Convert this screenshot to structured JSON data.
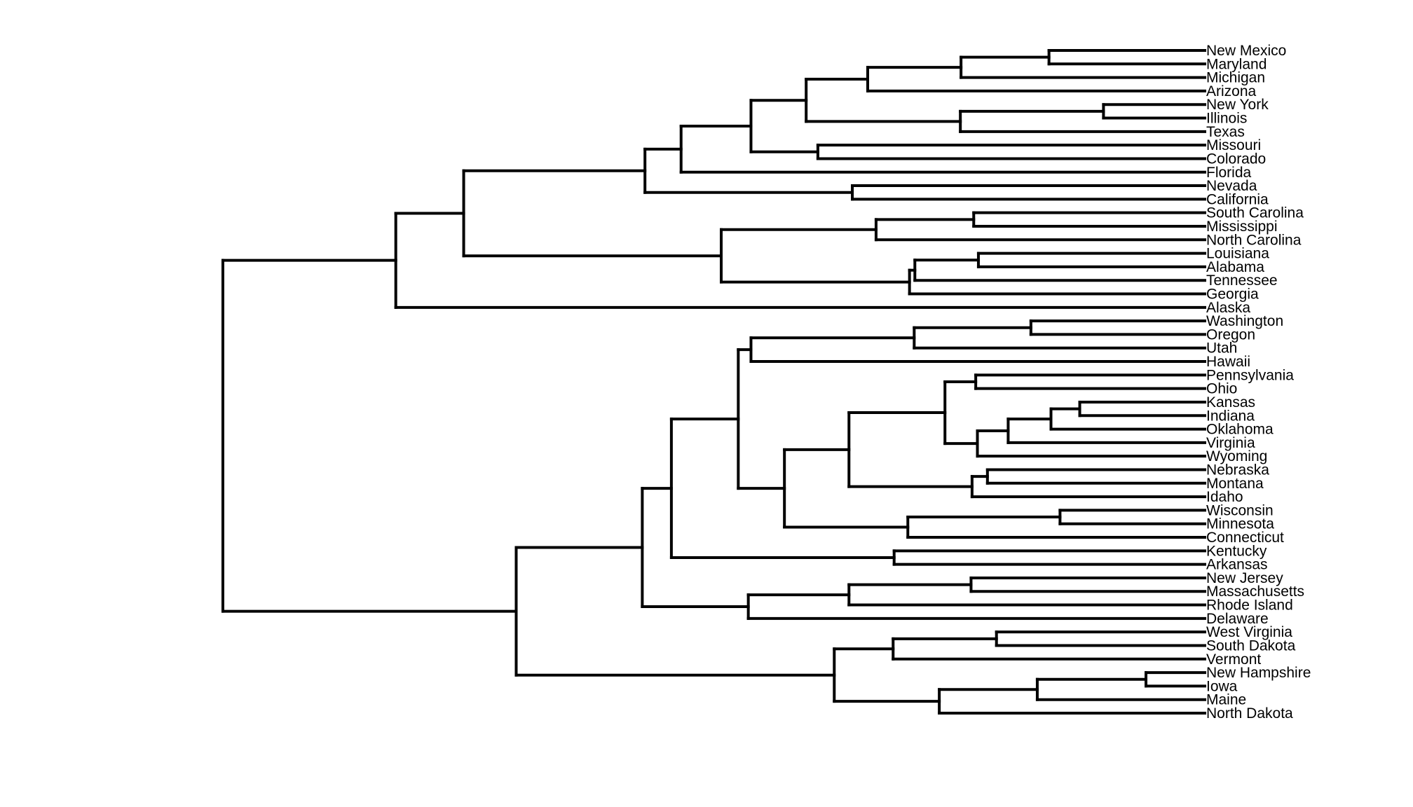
{
  "chart_data": {
    "type": "dendrogram",
    "orientation": "horizontal",
    "leaf_side": "right",
    "height_unit": "distance",
    "leaves": [
      "New Mexico",
      "Maryland",
      "Michigan",
      "Arizona",
      "New York",
      "Illinois",
      "Texas",
      "Missouri",
      "Colorado",
      "Florida",
      "Nevada",
      "California",
      "South Carolina",
      "Mississippi",
      "North Carolina",
      "Louisiana",
      "Alabama",
      "Tennessee",
      "Georgia",
      "Alaska",
      "Washington",
      "Oregon",
      "Utah",
      "Hawaii",
      "Pennsylvania",
      "Ohio",
      "Kansas",
      "Indiana",
      "Oklahoma",
      "Virginia",
      "Wyoming",
      "Nebraska",
      "Montana",
      "Idaho",
      "Wisconsin",
      "Minnesota",
      "Connecticut",
      "Kentucky",
      "Arkansas",
      "New Jersey",
      "Massachusetts",
      "Rhode Island",
      "Delaware",
      "West Virginia",
      "South Dakota",
      "Vermont",
      "New Hampshire",
      "Iowa",
      "Maine",
      "North Dakota"
    ],
    "max_height": 293.6,
    "tree": {
      "h": 293.6,
      "c": [
        {
          "h": 241.9,
          "c": [
            {
              "h": 221.6,
              "c": [
                {
                  "h": 167.4,
                  "c": [
                    {
                      "h": 156.6,
                      "c": [
                        {
                          "h": 135.7,
                          "c": [
                            {
                              "h": 119.2,
                              "c": [
                                {
                                  "h": 100.8,
                                  "c": [
                                    {
                                      "h": 72.9,
                                      "c": [
                                        {
                                          "h": 46.6,
                                          "c": [
                                            "New Mexico",
                                            "Maryland"
                                          ]
                                        },
                                        "Michigan"
                                      ]
                                    },
                                    "Arizona"
                                  ]
                                },
                                {
                                  "h": 73.1,
                                  "c": [
                                    {
                                      "h": 30.3,
                                      "c": [
                                        "New York",
                                        "Illinois"
                                      ]
                                    },
                                    "Texas"
                                  ]
                                }
                              ]
                            },
                            {
                              "h": 115.7,
                              "c": [
                                "Missouri",
                                "Colorado"
                              ]
                            }
                          ]
                        },
                        "Florida"
                      ]
                    },
                    {
                      "h": 105.4,
                      "c": [
                        "Nevada",
                        "California"
                      ]
                    }
                  ]
                },
                {
                  "h": 144.6,
                  "c": [
                    {
                      "h": 98.3,
                      "c": [
                        {
                          "h": 69.1,
                          "c": [
                            "South Carolina",
                            "Mississippi"
                          ]
                        },
                        "North Carolina"
                      ]
                    },
                    {
                      "h": 88.3,
                      "c": [
                        {
                          "h": 86.7,
                          "c": [
                            {
                              "h": 67.7,
                              "c": [
                                "Louisiana",
                                "Alabama"
                              ]
                            },
                            "Tennessee"
                          ]
                        },
                        "Georgia"
                      ]
                    }
                  ]
                }
              ]
            },
            "Alaska"
          ]
        },
        {
          "h": 205.9,
          "c": [
            {
              "h": 168.2,
              "c": [
                {
                  "h": 159.5,
                  "c": [
                    {
                      "h": 139.5,
                      "c": [
                        {
                          "h": 135.7,
                          "c": [
                            {
                              "h": 86.9,
                              "c": [
                                {
                                  "h": 52.0,
                                  "c": [
                                    "Washington",
                                    "Oregon"
                                  ]
                                },
                                "Utah"
                              ]
                            },
                            "Hawaii"
                          ]
                        },
                        {
                          "h": 125.7,
                          "c": [
                            {
                              "h": 106.4,
                              "c": [
                                {
                                  "h": 77.7,
                                  "c": [
                                    {
                                      "h": 68.5,
                                      "c": [
                                        "Pennsylvania",
                                        "Ohio"
                                      ]
                                    },
                                    {
                                      "h": 68.0,
                                      "c": [
                                        {
                                          "h": 58.8,
                                          "c": [
                                            {
                                              "h": 46.0,
                                              "c": [
                                                {
                                                  "h": 37.4,
                                                  "c": [
                                                    "Kansas",
                                                    "Indiana"
                                                  ]
                                                },
                                                "Oklahoma"
                                              ]
                                            },
                                            "Virginia"
                                          ]
                                        },
                                        "Wyoming"
                                      ]
                                    }
                                  ]
                                },
                                {
                                  "h": 69.6,
                                  "c": [
                                    {
                                      "h": 65.0,
                                      "c": [
                                        "Nebraska",
                                        "Montana"
                                      ]
                                    },
                                    "Idaho"
                                  ]
                                }
                              ]
                            },
                            {
                              "h": 88.8,
                              "c": [
                                {
                                  "h": 43.3,
                                  "c": [
                                    "Wisconsin",
                                    "Minnesota"
                                  ]
                                },
                                "Connecticut"
                              ]
                            }
                          ]
                        }
                      ]
                    },
                    {
                      "h": 92.9,
                      "c": [
                        "Kentucky",
                        "Arkansas"
                      ]
                    }
                  ]
                },
                {
                  "h": 136.5,
                  "c": [
                    {
                      "h": 106.4,
                      "c": [
                        {
                          "h": 69.9,
                          "c": [
                            "New Jersey",
                            "Massachusetts"
                          ]
                        },
                        "Rhode Island"
                      ]
                    },
                    "Delaware"
                  ]
                }
              ]
            },
            {
              "h": 110.8,
              "c": [
                {
                  "h": 93.2,
                  "c": [
                    {
                      "h": 62.3,
                      "c": [
                        "West Virginia",
                        "South Dakota"
                      ]
                    },
                    "Vermont"
                  ]
                },
                {
                  "h": 79.4,
                  "c": [
                    {
                      "h": 50.1,
                      "c": [
                        {
                          "h": 17.6,
                          "c": [
                            "New Hampshire",
                            "Iowa"
                          ]
                        },
                        "Maine"
                      ]
                    },
                    "North Dakota"
                  ]
                }
              ]
            }
          ]
        }
      ]
    }
  }
}
